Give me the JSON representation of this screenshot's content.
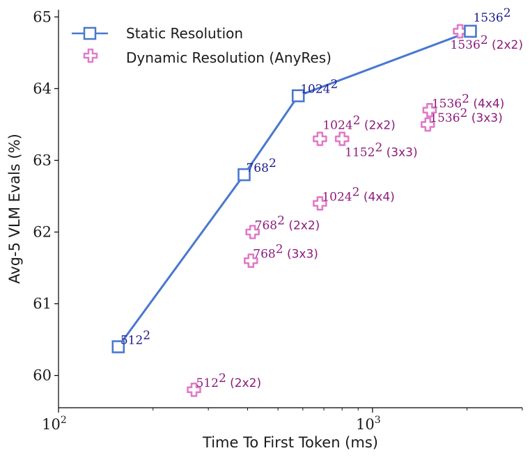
{
  "chart_data": {
    "type": "scatter",
    "xlabel": "Time To First Token (ms)",
    "ylabel": "Avg-5 VLM Evals (%)",
    "xscale": "log",
    "xlim": [
      100,
      3000
    ],
    "ylim": [
      59.55,
      65.1
    ],
    "x_ticks": [
      {
        "value": 100,
        "base": "10",
        "exp": "2"
      },
      {
        "value": 1000,
        "base": "10",
        "exp": "3"
      }
    ],
    "y_ticks": [
      {
        "value": 60,
        "label": "60"
      },
      {
        "value": 61,
        "label": "61"
      },
      {
        "value": 62,
        "label": "62"
      },
      {
        "value": 63,
        "label": "63"
      },
      {
        "value": 64,
        "label": "64"
      },
      {
        "value": 65,
        "label": "65"
      }
    ],
    "grid": false,
    "legend_position": "top-left",
    "colors": {
      "static": "#4878cf",
      "static_label": "#1c1c8c",
      "dynamic": "#e07bc8",
      "dynamic_label": "#8b1a7d"
    },
    "series": [
      {
        "name": "Static Resolution",
        "marker": "square",
        "line": true,
        "points": [
          {
            "x": 155,
            "y": 60.4,
            "base": "512",
            "exp": "2",
            "suffix": "",
            "pos": "right"
          },
          {
            "x": 390,
            "y": 62.8,
            "base": "768",
            "exp": "2",
            "suffix": "",
            "pos": "right"
          },
          {
            "x": 580,
            "y": 63.9,
            "base": "1024",
            "exp": "2",
            "suffix": "",
            "pos": "right"
          },
          {
            "x": 2050,
            "y": 64.8,
            "base": "1536",
            "exp": "2",
            "suffix": "",
            "pos": "above"
          }
        ]
      },
      {
        "name": "Dynamic Resolution (AnyRes)",
        "marker": "plus",
        "line": false,
        "points": [
          {
            "x": 270,
            "y": 59.8,
            "base": "512",
            "exp": "2",
            "suffix": "(2x2)",
            "pos": "right"
          },
          {
            "x": 410,
            "y": 61.6,
            "base": "768",
            "exp": "2",
            "suffix": "(3x3)",
            "pos": "right"
          },
          {
            "x": 415,
            "y": 62.0,
            "base": "768",
            "exp": "2",
            "suffix": "(2x2)",
            "pos": "right"
          },
          {
            "x": 680,
            "y": 62.4,
            "base": "1024",
            "exp": "2",
            "suffix": "(4x4)",
            "pos": "right"
          },
          {
            "x": 680,
            "y": 63.3,
            "base": "1024",
            "exp": "2",
            "suffix": "(2x2)",
            "pos": "above"
          },
          {
            "x": 800,
            "y": 63.3,
            "base": "1152",
            "exp": "2",
            "suffix": "(3x3)",
            "pos": "below"
          },
          {
            "x": 1500,
            "y": 63.5,
            "base": "1536",
            "exp": "2",
            "suffix": "(3x3)",
            "pos": "right"
          },
          {
            "x": 1520,
            "y": 63.7,
            "base": "1536",
            "exp": "2",
            "suffix": "(4x4)",
            "pos": "right"
          },
          {
            "x": 1900,
            "y": 64.8,
            "base": "1536",
            "exp": "2",
            "suffix": "(2x2)",
            "pos": "below"
          }
        ]
      }
    ]
  }
}
